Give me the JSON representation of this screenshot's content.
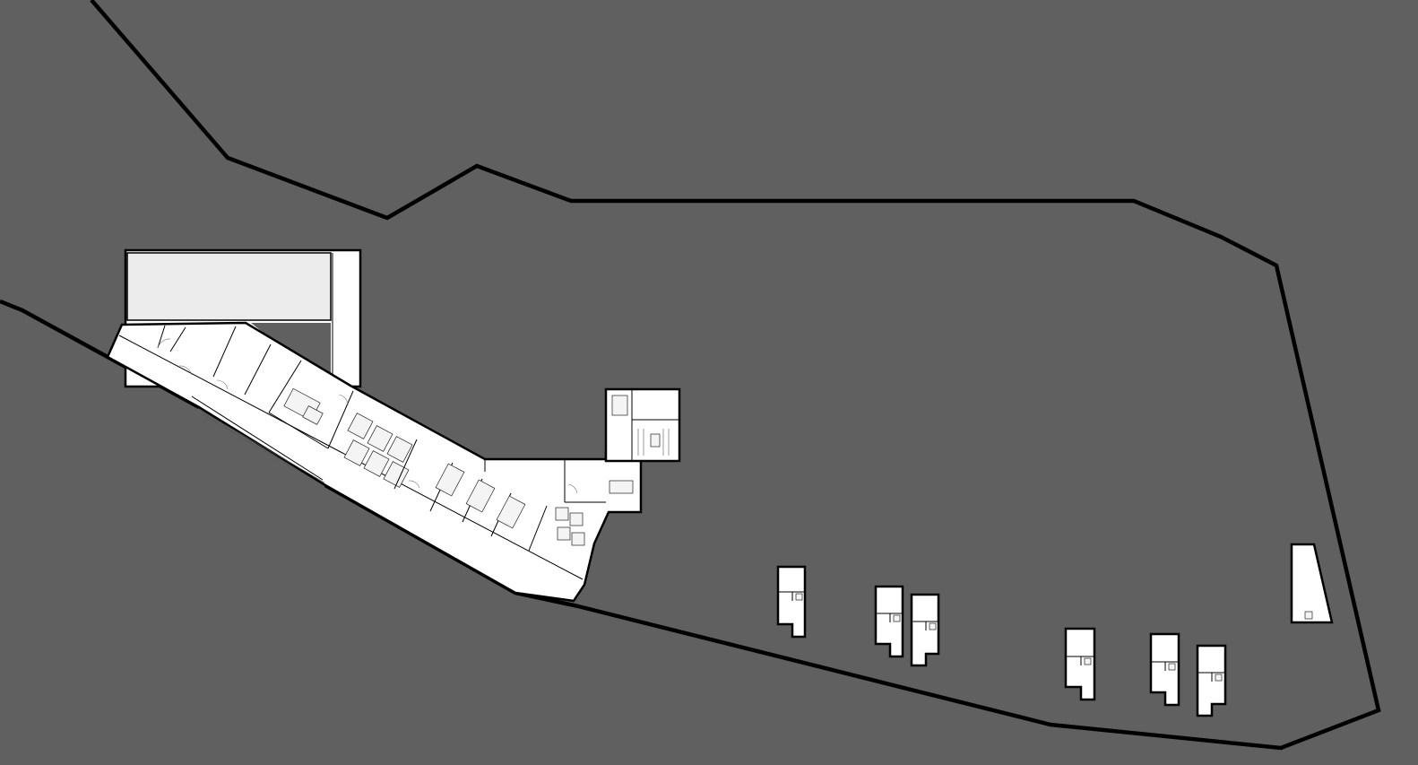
{
  "diagram": {
    "kind": "architectural floor plan",
    "background_color": "#606060",
    "wall_color": "#000000",
    "interior_color": "#ffffff",
    "pool_color": "#ececec",
    "elements": [
      "site-boundary-north",
      "site-boundary-east",
      "site-boundary-south",
      "pool",
      "main-building",
      "stair-tower",
      "cabin-1",
      "cabin-2",
      "cabin-3",
      "cabin-4",
      "cabin-5",
      "cabin-6",
      "cabin-7",
      "pavilion"
    ]
  }
}
